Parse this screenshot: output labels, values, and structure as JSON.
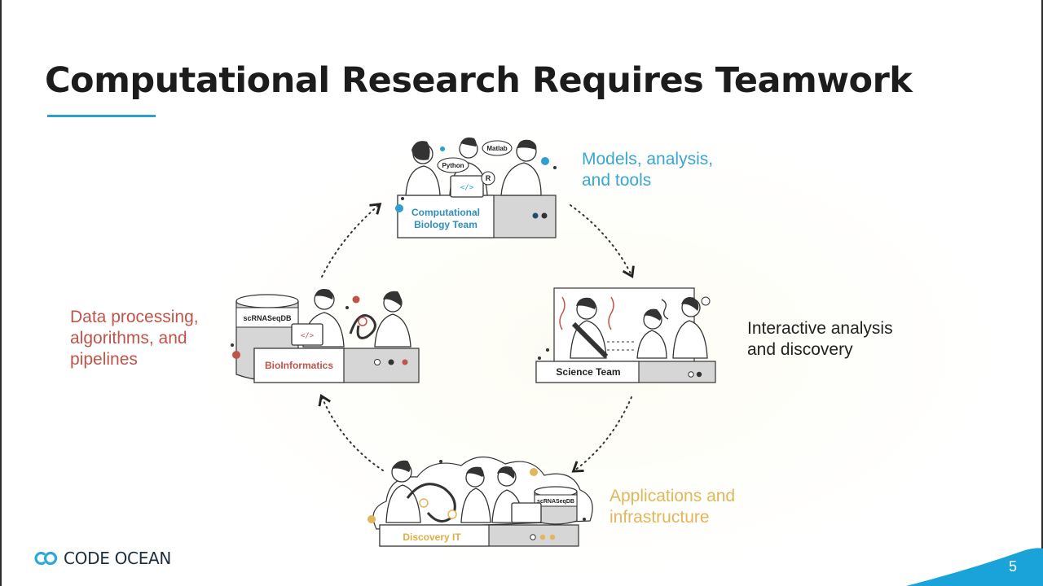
{
  "slide": {
    "title": "Computational Research Requires Teamwork",
    "page_number": "5",
    "logo_text": "CODE OCEAN"
  },
  "teams": {
    "top": {
      "name_line1": "Computational",
      "name_line2": "Biology Team",
      "bubbles": [
        "Python",
        "Matlab",
        "R"
      ],
      "caption_line1": "Models, analysis,",
      "caption_line2": "and tools"
    },
    "right": {
      "name": "Science Team",
      "caption_line1": "Interactive analysis",
      "caption_line2": "and discovery"
    },
    "left": {
      "name": "BioInformatics",
      "db_label": "scRNASeqDB",
      "caption_line1": "Data processing,",
      "caption_line2": "algorithms, and",
      "caption_line3": "pipelines"
    },
    "bottom": {
      "name": "Discovery IT",
      "db_label": "scRNASeqDB",
      "caption_line1": "Applications and",
      "caption_line2": "infrastructure"
    }
  },
  "colors": {
    "title": "#1c1c1c",
    "accent_blue": "#2e9fcf",
    "caption_blue": "#3aa6cf",
    "caption_red": "#c0544a",
    "caption_gold": "#e2b65c",
    "caption_dark": "#222222"
  }
}
